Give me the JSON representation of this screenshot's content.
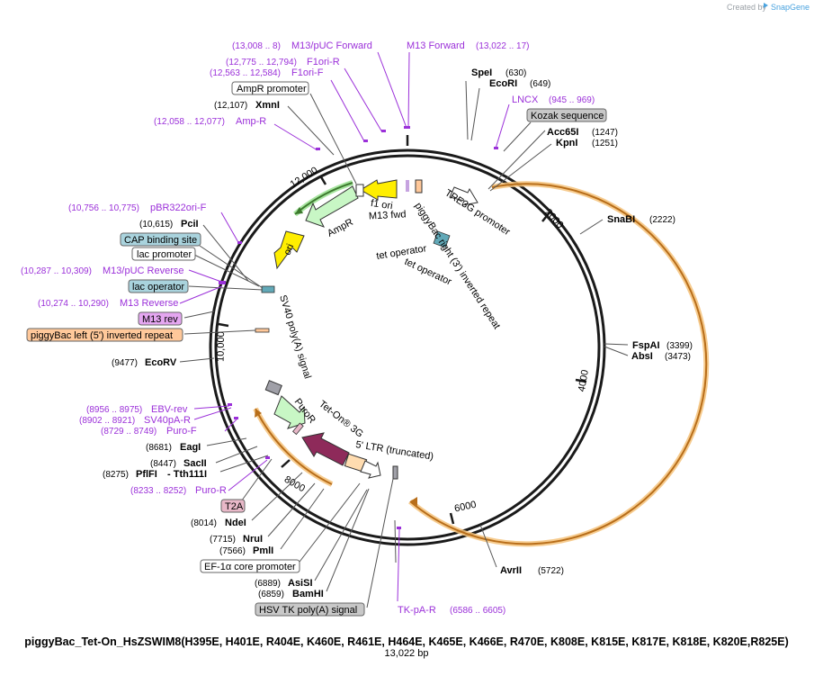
{
  "credit": "Created by",
  "credit_brand": "SnapGene",
  "plasmid": {
    "name": "piggyBac_Tet-On_HsZSWIM8(H395E, H401E, R404E, K460E, R461E, H464E, K465E, K466E, R470E, K808E, K815E, K817E, K818E, K820E,R825E)",
    "length": "13,022 bp",
    "length_bp": 13022
  },
  "ticks": [
    "2000",
    "4000",
    "6000",
    "8000",
    "10,000",
    "12,000"
  ],
  "sites": [
    {
      "name": "SpeI",
      "pos": "(630)"
    },
    {
      "name": "EcoRI",
      "pos": "(649)"
    },
    {
      "name": "Acc65I",
      "pos": "(1247)"
    },
    {
      "name": "KpnI",
      "pos": "(1251)"
    },
    {
      "name": "SnaBI",
      "pos": "(2222)"
    },
    {
      "name": "FspAI",
      "pos": "(3399)"
    },
    {
      "name": "AbsI",
      "pos": "(3473)"
    },
    {
      "name": "AvrII",
      "pos": "(5722)"
    },
    {
      "name": "BamHI",
      "pos": "(6859)"
    },
    {
      "name": "AsiSI",
      "pos": "(6889)"
    },
    {
      "name": "PmlI",
      "pos": "(7566)"
    },
    {
      "name": "NruI",
      "pos": "(7715)"
    },
    {
      "name": "NdeI",
      "pos": "(8014)"
    },
    {
      "name": "PflFI",
      "pos": "(8275)",
      "extra": "- Tth111I"
    },
    {
      "name": "SacII",
      "pos": "(8447)"
    },
    {
      "name": "EagI",
      "pos": "(8681)"
    },
    {
      "name": "EcoRV",
      "pos": "(9477)"
    },
    {
      "name": "PciI",
      "pos": "(10,615)"
    },
    {
      "name": "XmnI",
      "pos": "(12,107)"
    }
  ],
  "primers": [
    {
      "name": "M13/pUC Forward",
      "pos": "(13,008 .. 8)"
    },
    {
      "name": "M13 Forward",
      "pos": "(13,022 .. 17)"
    },
    {
      "name": "F1ori-R",
      "pos": "(12,775 .. 12,794)"
    },
    {
      "name": "F1ori-F",
      "pos": "(12,563 .. 12,584)"
    },
    {
      "name": "Amp-R",
      "pos": "(12,058 .. 12,077)"
    },
    {
      "name": "LNCX",
      "pos": "(945 .. 969)"
    },
    {
      "name": "pBR322ori-F",
      "pos": "(10,756 .. 10,775)"
    },
    {
      "name": "M13/pUC Reverse",
      "pos": "(10,287 .. 10,309)"
    },
    {
      "name": "M13 Reverse",
      "pos": "(10,274 .. 10,290)"
    },
    {
      "name": "EBV-rev",
      "pos": "(8956 .. 8975)"
    },
    {
      "name": "SV40pA-R",
      "pos": "(8902 .. 8921)"
    },
    {
      "name": "Puro-F",
      "pos": "(8729 .. 8749)"
    },
    {
      "name": "Puro-R",
      "pos": "(8233 .. 8252)"
    },
    {
      "name": "TK-pA-R",
      "pos": "(6586 .. 6605)"
    }
  ],
  "boxes": [
    {
      "label": "AmpR promoter"
    },
    {
      "label": "Kozak sequence"
    },
    {
      "label": "CAP binding site"
    },
    {
      "label": "lac promoter"
    },
    {
      "label": "lac operator"
    },
    {
      "label": "M13 rev"
    },
    {
      "label": "piggyBac left (5') inverted repeat"
    },
    {
      "label": "T2A"
    },
    {
      "label": "EF-1α core promoter"
    },
    {
      "label": "HSV TK poly(A) signal"
    }
  ],
  "features": [
    {
      "label": "f1 ori"
    },
    {
      "label": "M13 fwd"
    },
    {
      "label": "AmpR"
    },
    {
      "label": "ori"
    },
    {
      "label": "TRE3G promoter"
    },
    {
      "label": "piggyBac right (3') inverted repeat"
    },
    {
      "label": "tet operator"
    },
    {
      "label": "tet operator"
    },
    {
      "label": "SV40 poly(A) signal"
    },
    {
      "label": "PuroR"
    },
    {
      "label": "Tet-On® 3G"
    },
    {
      "label": "5' LTR (truncated)"
    }
  ],
  "colors": {
    "backbone": "#1a1a1a",
    "primer": "#9b30d9",
    "orf_highlight": "#f5c27a",
    "ampr": "#c8f7c5",
    "ori": "#ffee00",
    "f1": "#ffee00",
    "teton": "#8e2a5a",
    "ltr": "#ffdcb0",
    "gray_box": "#c8c8c8",
    "teal": "#a9d3dd",
    "pink": "#e8b8c8",
    "violet": "#e4a6f0",
    "orange": "#ffc89a"
  }
}
